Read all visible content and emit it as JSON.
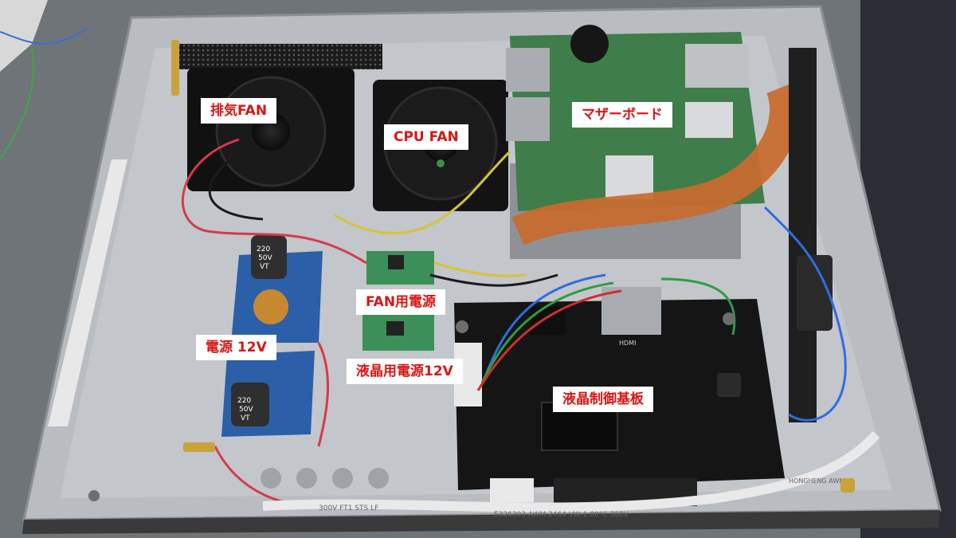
{
  "labels": {
    "exhaust_fan": "排気FAN",
    "cpu_fan": "CPU FAN",
    "motherboard": "マザーボード",
    "fan_power": "FAN用電源",
    "power_12v": "電源 12V",
    "lcd_power_12v": "液晶用電源12V",
    "lcd_controller": "液晶制御基板"
  },
  "component_markings": {
    "capacitor_top": [
      "220",
      "50V",
      "VT"
    ],
    "capacitor_bottom": [
      "220",
      "50V",
      "VT"
    ],
    "port_hdmi": "HDMI",
    "cable_print_1": "300V FT1 STS LF",
    "cable_print_2": "E326303 AWM 2464 VW-1 80°C 300V",
    "cable_print_3": "HONGHENG AWM"
  },
  "colors": {
    "label_text": "#d81515",
    "label_bg": "#ffffff",
    "chassis": "#b9bcc0",
    "pcb_green": "#3f7d4b",
    "pcb_blue": "#2b5fa8",
    "pcb_black": "#151515",
    "copper_tape": "#c96a2c"
  }
}
